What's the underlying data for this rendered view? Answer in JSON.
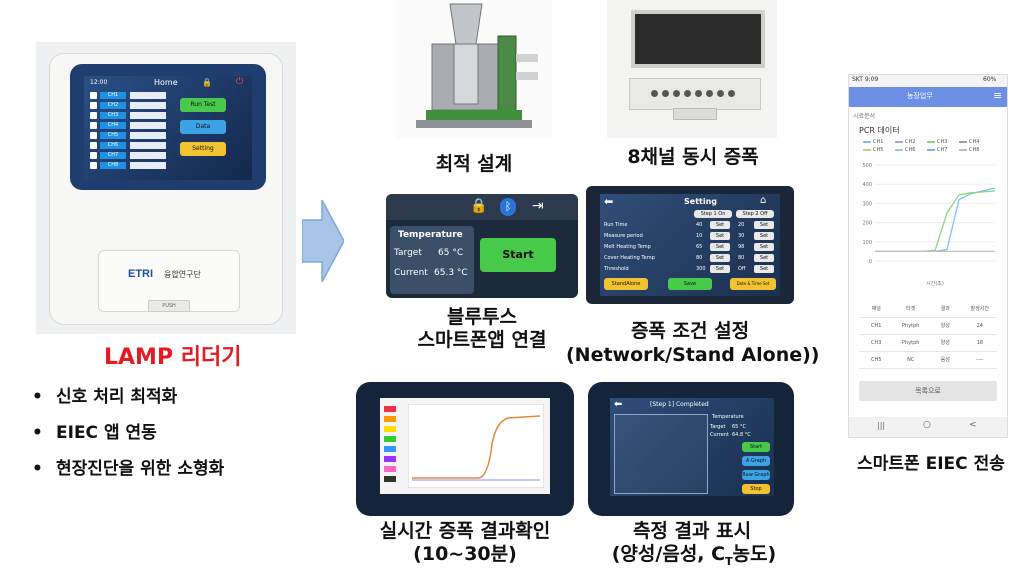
{
  "device": {
    "title": "LAMP 리더기",
    "screen_header": "Home",
    "screen_time": "12:00",
    "channels": [
      "CH1",
      "CH2",
      "CH3",
      "CH4",
      "CH5",
      "CH6",
      "CH7",
      "CH8"
    ],
    "buttons": [
      "Run Test",
      "Data",
      "Setting"
    ],
    "brand": "ETRI",
    "partner": "융합연구단",
    "push_label": "PUSH"
  },
  "features": [
    "신호 처리 최적화",
    "EIEC 앱 연동",
    "현장진단을 위한 소형화"
  ],
  "captions": {
    "design": "최적 설계",
    "eight_channel": "8채널 동시 증폭",
    "bluetooth_line1": "블루투스",
    "bluetooth_line2": "스마트폰앱 연결",
    "condition_line1": "증폭 조건 설정",
    "condition_line2": "(Network/Stand Alone))",
    "realtime_line1": "실시간 증폭 결과확인",
    "realtime_line2": "(10~30분)",
    "measure_line1": "측정 결과 표시",
    "measure_line2_prefix": "(양성/음성, C",
    "measure_line2_sub": "T",
    "measure_line2_suffix": "농도)",
    "smartphone": "스마트폰 EIEC 전송"
  },
  "bluetooth_panel": {
    "heading": "Temperature",
    "target_label": "Target",
    "target_value": "65 °C",
    "current_label": "Current",
    "current_value": "65.3 °C",
    "start_label": "Start"
  },
  "setting_panel": {
    "title": "Setting",
    "step1": "Step 1 On",
    "step2": "Step 2 Off",
    "rows": [
      "Run Time",
      "Measure period",
      "Melt Heating Temp",
      "Cover Heating Temp",
      "Threshold"
    ],
    "step1_values": [
      "40",
      "10",
      "65",
      "80",
      "300"
    ],
    "step2_values": [
      "20",
      "30",
      "98",
      "80",
      "Off"
    ],
    "set_label": "Set",
    "btn_standalone": "StandAlone",
    "btn_save": "Save",
    "btn_datetime": "Date & Time Set"
  },
  "result_panel": {
    "header": "[Step 1] Completed",
    "temperature": "Temperature",
    "target_label": "Target",
    "target_value": "65 °C",
    "current_label": "Current",
    "current_value": "64.8 °C",
    "buttons": [
      "Start",
      "A Graph",
      "Raw Graph",
      "Stop"
    ]
  },
  "phone": {
    "status_left": "SKT 9:09",
    "status_right": "60%",
    "app_title": "농장업무",
    "section": "시료분석",
    "chart_title": "PCR 데이터",
    "legend": [
      "CH1",
      "CH2",
      "CH3",
      "CH4",
      "CH5",
      "CH6",
      "CH7",
      "CH8"
    ],
    "table_headers": [
      "채널",
      "타겟",
      "결과",
      "발생시간"
    ],
    "table_rows": [
      [
        "CH1",
        "Phytph",
        "양성",
        "24"
      ],
      [
        "CH3",
        "Phytph",
        "양성",
        "18"
      ],
      [
        "CH5",
        "NC",
        "음성",
        "----"
      ]
    ],
    "back_button": "목록으로",
    "nav": [
      "|||",
      "○",
      "<"
    ]
  },
  "chart_data": {
    "type": "line",
    "title": "PCR 데이터",
    "xlabel": "시간(초)",
    "ylabel": "",
    "series": [
      {
        "name": "CH1",
        "values": [
          50,
          50,
          50,
          50,
          50,
          50,
          60,
          320,
          350,
          365,
          380
        ]
      },
      {
        "name": "CH3",
        "values": [
          50,
          50,
          50,
          50,
          50,
          55,
          250,
          345,
          355,
          360,
          365
        ]
      },
      {
        "name": "CH5",
        "values": [
          50,
          50,
          50,
          50,
          50,
          50,
          50,
          50,
          50,
          50,
          50
        ]
      }
    ],
    "ylim": [
      0,
      500
    ],
    "colors": [
      "#7fbfff",
      "#8fd27a",
      "#c0c0c0"
    ]
  },
  "colors": {
    "accent_red": "#e31b23",
    "arrow": "#7fa8d8",
    "screen_blue": "#1d3d6e",
    "button_green": "#47c94a",
    "button_yellow": "#f2c230"
  }
}
